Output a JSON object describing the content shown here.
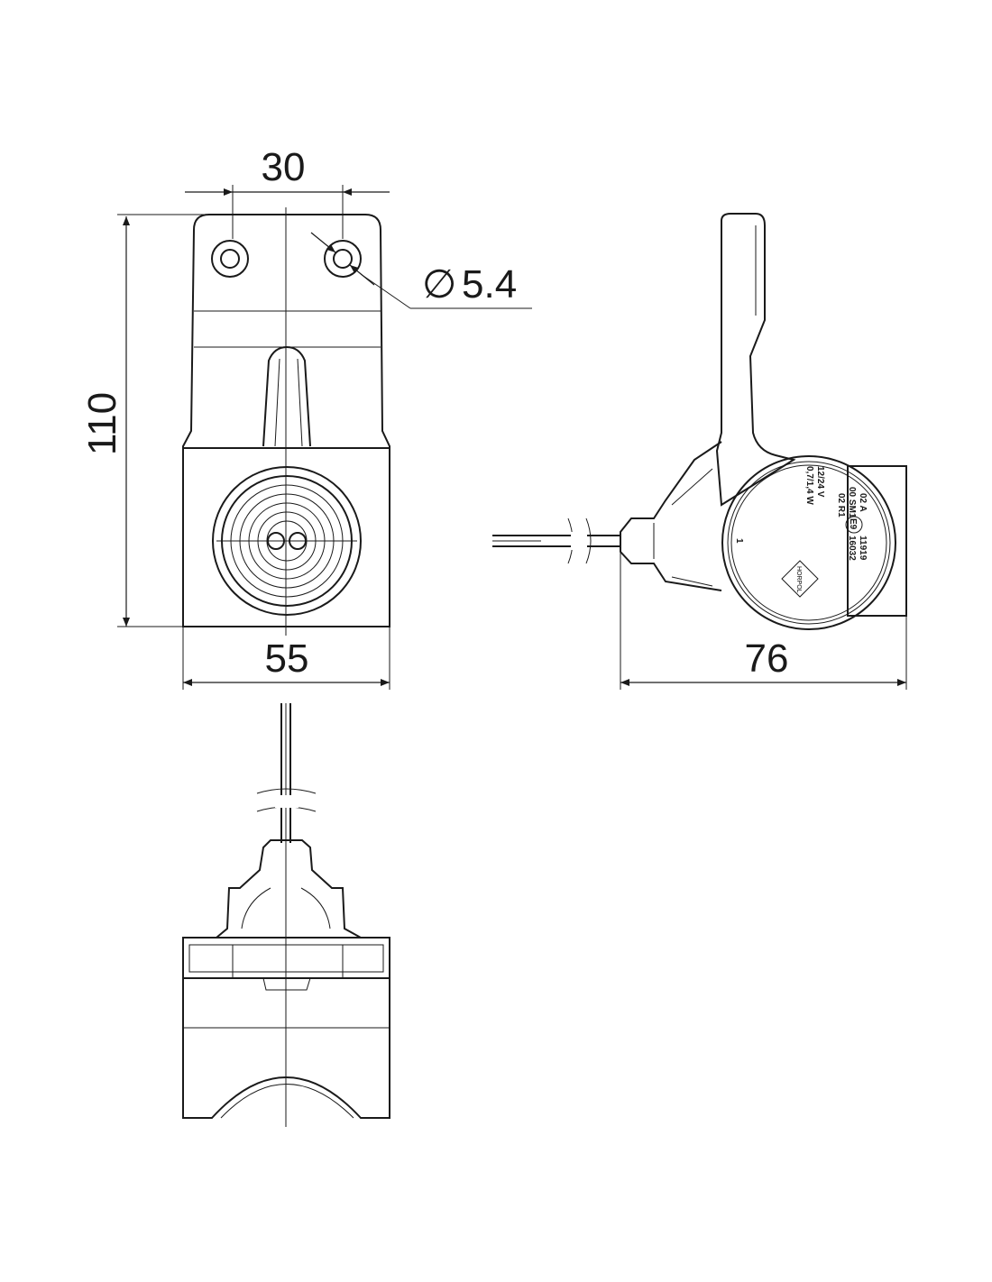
{
  "dimensions": {
    "hole_spacing": "30",
    "height": "110",
    "width": "55",
    "depth": "76",
    "hole_diameter": "5.4",
    "diameter_symbol": "∅"
  },
  "label_markings": {
    "voltage": "12/24 V",
    "power": "0,7/1,4 W",
    "code1": "02 A",
    "code2": "00 SM1",
    "code3": "02 R1",
    "approval_mark": "E9",
    "approval1": "11919",
    "approval2": "16032",
    "brand_logo": "HORPOL",
    "position_number": "1"
  },
  "colors": {
    "line": "#1a1a1a",
    "background": "#ffffff"
  }
}
